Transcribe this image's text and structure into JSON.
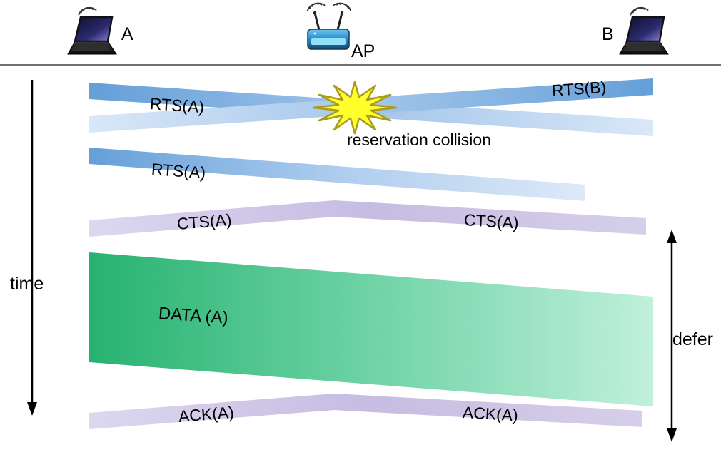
{
  "header": {
    "device_a": "A",
    "device_ap": "AP",
    "device_b": "B"
  },
  "labels": {
    "time": "time",
    "defer": "defer",
    "collision": "reservation collision"
  },
  "messages": {
    "rts_a_first": "RTS(A)",
    "rts_b": "RTS(B)",
    "rts_a_retry": "RTS(A)",
    "cts_left": "CTS(A)",
    "cts_right": "CTS(A)",
    "data": "DATA (A)",
    "ack_left": "ACK(A)",
    "ack_right": "ACK(A)"
  },
  "colors": {
    "rts_strong": "#649fd9",
    "rts_faded": "#d9e8f8",
    "cts_ack_band": "#cdc2e5",
    "data_strong": "#27b271",
    "data_faded": "#c0f0db",
    "collision_fill": "#ffff2b",
    "collision_stroke": "#ab9b1a",
    "arrow": "#000000"
  }
}
